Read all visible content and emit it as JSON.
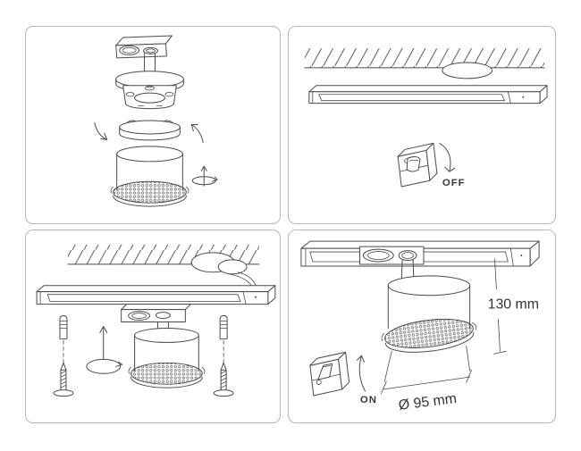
{
  "colors": {
    "background": "#ffffff",
    "line": "#4a4a4a",
    "panel_border": "#b4b8ba",
    "label_text": "#3a3a3a"
  },
  "steps": [
    {
      "name": "assemble-spotlight-exploded-view",
      "icons": [
        "track-adapter",
        "canopy-plate",
        "trim-ring",
        "lamp-body-crystal",
        "rotate-left-arrow",
        "rotate-right-arrow",
        "rotate-axis"
      ]
    },
    {
      "name": "switch-power-off",
      "switch_label": "OFF",
      "icons": [
        "ceiling-hatch",
        "junction-hole",
        "track-rail",
        "wall-switch",
        "curved-arrow-down"
      ]
    },
    {
      "name": "mount-track-and-attach-spotlight",
      "icons": [
        "ceiling-hatch",
        "wire-bundle",
        "track-rail",
        "screw-anchor-left",
        "screw-anchor-right",
        "lift-rotate-arrow",
        "spotlight-fixture"
      ]
    },
    {
      "name": "switch-power-on",
      "switch_label": "ON",
      "height_dimension": "130 mm",
      "diameter_dimension": "Ø 95 mm",
      "icons": [
        "track-rail",
        "spotlight-fixture",
        "wall-switch",
        "curved-arrow-up",
        "height-dimension-line",
        "diameter-dimension-line"
      ]
    }
  ]
}
